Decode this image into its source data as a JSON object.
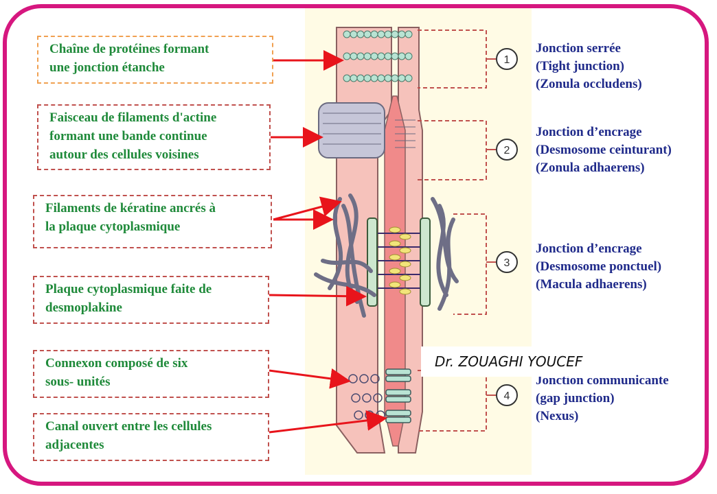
{
  "labels_left": [
    {
      "id": "tight",
      "lines": [
        "Chaîne de protéines formant",
        "une jonction étanche"
      ]
    },
    {
      "id": "actin",
      "lines": [
        "Faisceau de filaments d'actine",
        "formant une bande continue",
        "autour des cellules voisines"
      ]
    },
    {
      "id": "keratin",
      "lines": [
        "Filaments de kératine ancrés à",
        "la plaque cytoplasmique"
      ]
    },
    {
      "id": "plaque",
      "lines": [
        "Plaque cytoplasmique faite de",
        "desmoplakine"
      ]
    },
    {
      "id": "connexon",
      "lines": [
        "Connexon composé de six",
        "sous- unités"
      ]
    },
    {
      "id": "canal",
      "lines": [
        "Canal ouvert entre les cellules",
        "adjacentes"
      ]
    }
  ],
  "junctions": [
    {
      "number": "1",
      "lines": [
        "Jonction serrée",
        "(Tight junction)",
        "(Zonula occludens)"
      ]
    },
    {
      "number": "2",
      "lines": [
        "Jonction d’encrage",
        "(Desmosome ceinturant)",
        "(Zonula adhaerens)"
      ]
    },
    {
      "number": "3",
      "lines": [
        "Jonction d’encrage",
        "(Desmosome ponctuel)",
        "(Macula adhaerens)"
      ]
    },
    {
      "number": "4",
      "lines": [
        "Jonction communicante",
        "(gap junction)",
        "(Nexus)"
      ]
    }
  ],
  "watermark": "Dr. ZOUAGHI YOUCEF",
  "colors": {
    "frame": "#d6177f",
    "label_border": "#c0504d",
    "label_text": "#1f8a3a",
    "junction_text": "#1f2a8a",
    "arrow": "#e8141b",
    "cell": "#f6c2bb",
    "background_panel": "#fffbe5"
  }
}
